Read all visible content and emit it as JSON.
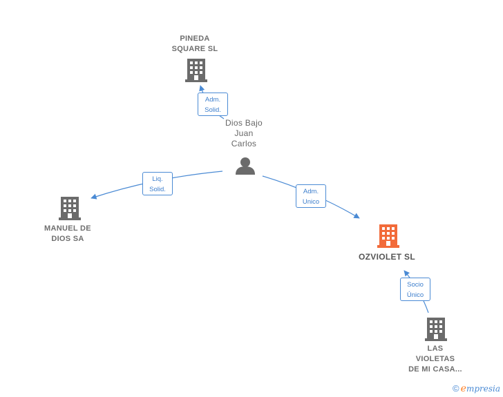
{
  "nodes": {
    "pineda": {
      "lines": [
        "PINEDA",
        "SQUARE  SL"
      ],
      "icon": "building-icon",
      "color": "#6b6b6b"
    },
    "person": {
      "lines": [
        "Dios Bajo",
        "Juan",
        "Carlos"
      ],
      "icon": "person-icon",
      "color": "#6b6b6b"
    },
    "manuel": {
      "lines": [
        "MANUEL DE",
        "DIOS SA"
      ],
      "icon": "building-icon",
      "color": "#6b6b6b"
    },
    "ozviolet": {
      "lines": [
        "OZVIOLET  SL"
      ],
      "icon": "building-icon",
      "color": "#f26b3a"
    },
    "violetas": {
      "lines": [
        "LAS",
        "VIOLETAS",
        "DE MI CASA..."
      ],
      "icon": "building-icon",
      "color": "#6b6b6b"
    }
  },
  "edges": {
    "to_pineda": {
      "lines": [
        "Adm.",
        "Solid."
      ]
    },
    "to_manuel": {
      "lines": [
        "Liq.",
        "Solid."
      ]
    },
    "to_ozviolet": {
      "lines": [
        "Adm.",
        "Unico"
      ]
    },
    "violetas_to_ozviolet": {
      "lines": [
        "Socio",
        "Único"
      ]
    }
  },
  "colors": {
    "edge": "#4a8ad4",
    "main_node": "#f26b3a",
    "node": "#6b6b6b"
  },
  "brand": {
    "copyright": "©",
    "initial": "e",
    "name": "mpresia"
  }
}
